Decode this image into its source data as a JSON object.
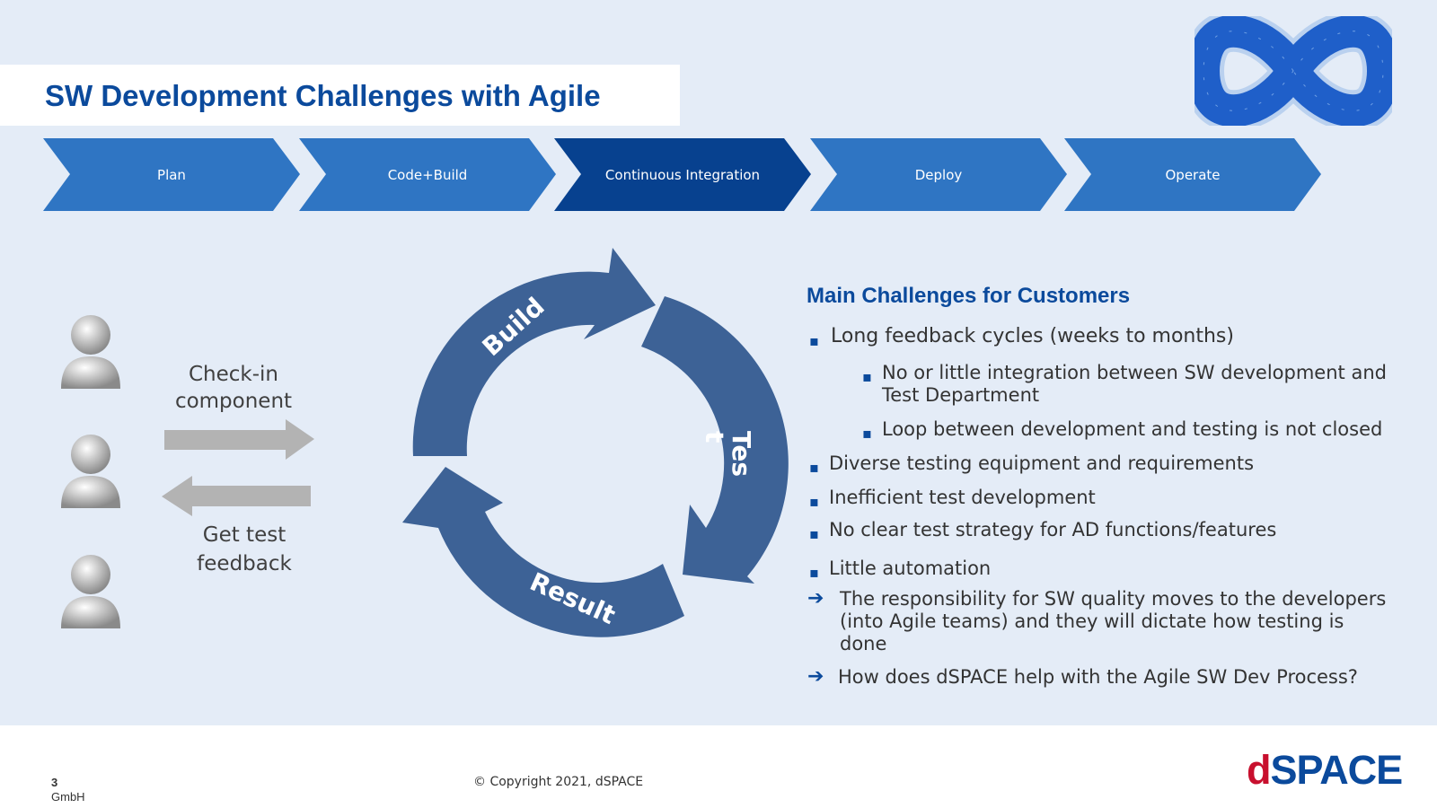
{
  "slide": {
    "title": "SW Development Challenges with Agile"
  },
  "pipeline": {
    "steps": [
      {
        "label": "Plan",
        "active": false
      },
      {
        "label": "Code+Build",
        "active": false
      },
      {
        "label": "Continuous Integration",
        "active": true
      },
      {
        "label": "Deploy",
        "active": false
      },
      {
        "label": "Operate",
        "active": false
      }
    ],
    "colors": {
      "normal": "#2f75c3",
      "active": "#07418f"
    }
  },
  "flow": {
    "checkin_label": "Check-in component",
    "feedback_label": "Get test feedback"
  },
  "cycle": {
    "build_label": "Build",
    "test_label": "Tes\nt",
    "result_label": "Result",
    "color": "#3d6296"
  },
  "challenges": {
    "heading": "Main Challenges for Customers",
    "items": [
      "Long feedback cycles (weeks to months)",
      "No or little integration between SW development and Test Department",
      "Loop between development and testing is not closed",
      "Diverse testing equipment and requirements",
      "Inefficient test development",
      "No clear test strategy for AD functions/features",
      "Little automation"
    ],
    "conclusions": [
      "The responsibility for SW quality moves to the developers (into Agile teams) and they will dictate how testing is done",
      "How does dSPACE help with the Agile SW Dev Process?"
    ],
    "bullet_glyph": "▪",
    "arrow_glyph": "➔"
  },
  "footer": {
    "page_number": "3",
    "company_suffix": "GmbH",
    "copyright": "© Copyright 2021, dSPACE",
    "brand_d": "d",
    "brand_rest": "SPACE"
  },
  "icons": {
    "person": "person-icon",
    "infinity": "devops-infinity-icon",
    "arrow_right": "arrow-right-icon",
    "arrow_left": "arrow-left-icon"
  }
}
